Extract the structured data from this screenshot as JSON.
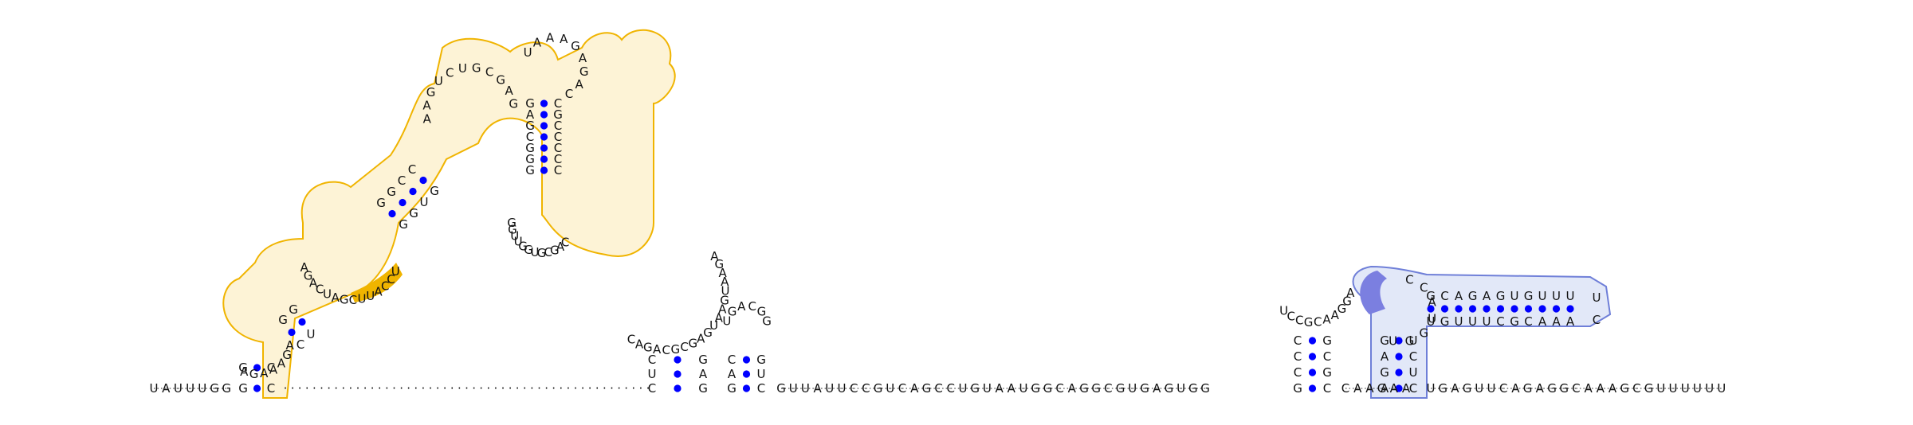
{
  "colors": {
    "pair_dot": "#0000ff",
    "highlight_orange": "#f0b400",
    "highlight_orange_fill": "#fdf3d6",
    "highlight_blue": "#6f7fd8",
    "highlight_blue_fill": "#e2e8f8",
    "highlight_blue_dark": "#7b7fe0"
  },
  "structures": [
    {
      "name": "hairpin-1",
      "highlight": "orange",
      "stem_5prime": "GG",
      "stem_3prime": "CC",
      "loop": "AGAAAGA",
      "interior_5prime": "GG",
      "interior_3prime": "UC",
      "loop2": "AGACUAGCUUACCU",
      "helix_5prime": "GGCC",
      "helix_3prime": "GUGG",
      "loop3": "AAGUCUGCGAG",
      "helix2_5prime": "GAGCGGG",
      "helix2_3prime": "CCCCCGC",
      "apical_loop": "UAAAGAGACGGUUGGUGCGAC"
    },
    {
      "name": "hairpin-2",
      "highlight": "none",
      "stem_5prime": "CUC",
      "stem_3prime": "GAG",
      "loop": "CAGACGCGAGUAAGUAAGA"
    },
    {
      "name": "hairpin-3",
      "highlight": "none",
      "stem_5prime": "GAC",
      "stem_3prime": "GUC",
      "loop": "UGACGG"
    },
    {
      "name": "hairpin-4",
      "highlight": "none",
      "stem_5prime": "GCCC",
      "stem_3prime": "GCGC",
      "loop": "UCCGCAAGGA"
    },
    {
      "name": "hairpin-5",
      "highlight": "blue",
      "stem_5prime": "AGAG",
      "stem_3prime": "UCUC",
      "loop": "UGGUACC",
      "helix_5prime": "GCAGAGUGUUU",
      "helix_3prime": "AAACGCUUUGU"
    }
  ],
  "backbone_left": "UAUUUGG",
  "backbone_gap": "...................................................",
  "backbone_mid": "GUUAUUCCGUCAGCCUGUAAUGGCAGGCGUGAGUGG",
  "backbone_mid2": "CAAGAA",
  "backbone_right": "UGAGUUCAGAGGCAAAGCGUUUUUU"
}
